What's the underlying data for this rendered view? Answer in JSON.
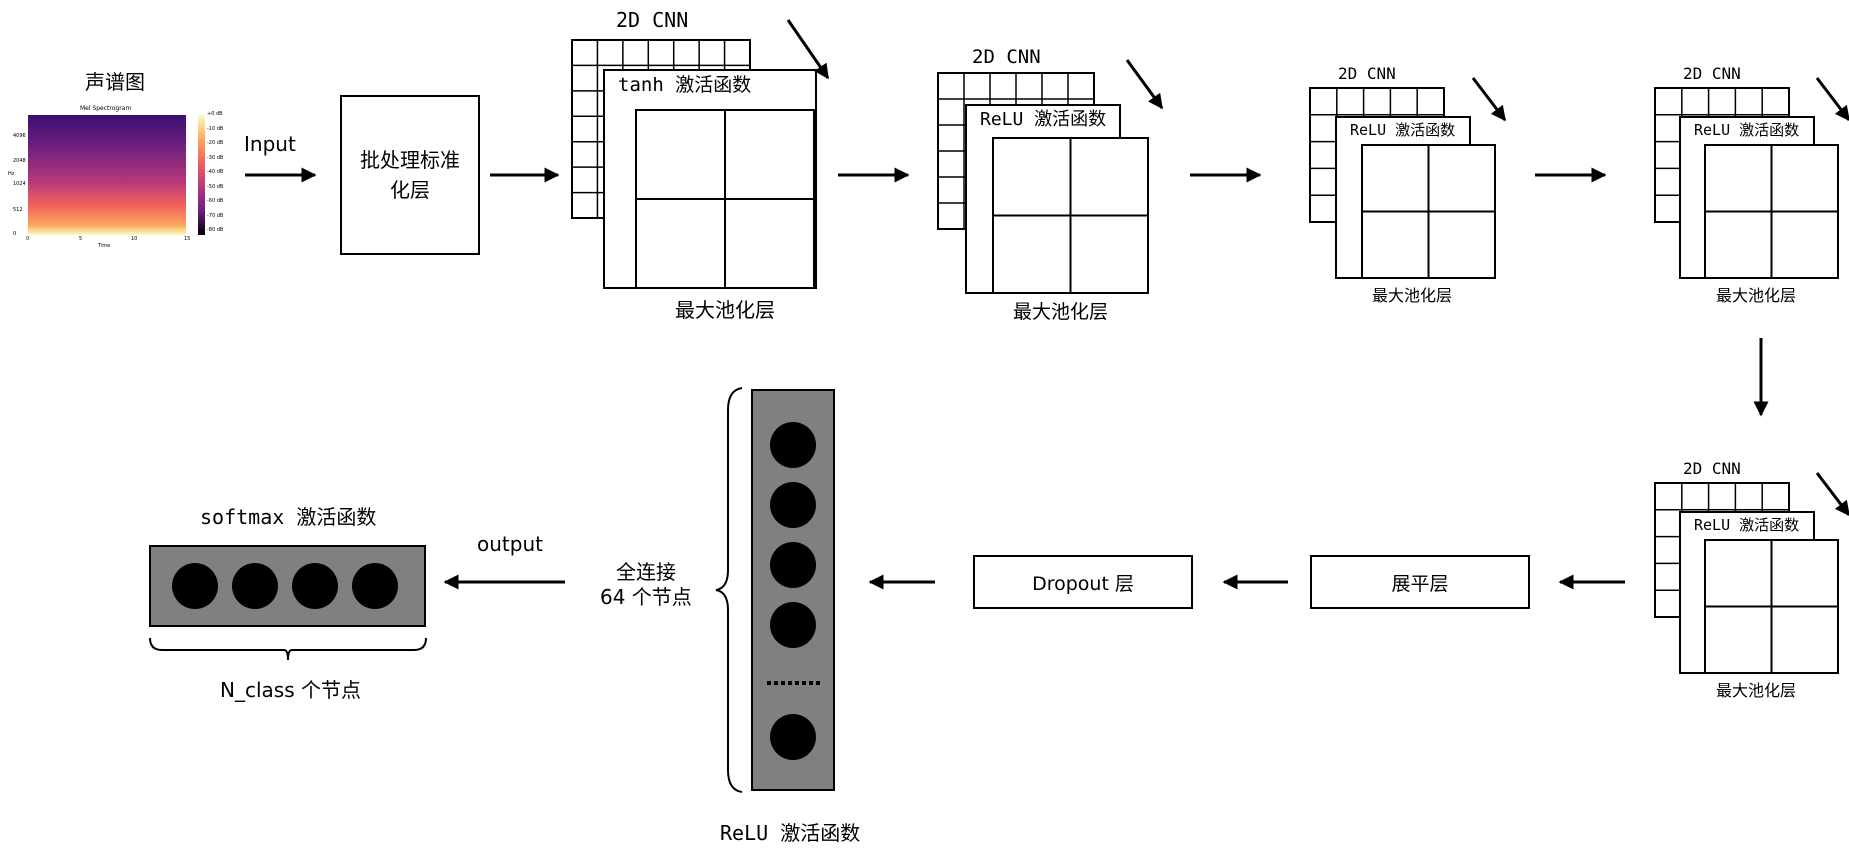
{
  "spectrogram": {
    "label": "声谱图",
    "plot_title": "Mel Spectrogram",
    "y_ticks": [
      "4096",
      "2048",
      "1024",
      "512",
      "0"
    ],
    "x_ticks": [
      "0",
      "5",
      "10",
      "15"
    ],
    "xlabel": "Time",
    "ylabel": "Hz",
    "colorbar_ticks": [
      "+0 dB",
      "-10 dB",
      "-20 dB",
      "-30 dB",
      "-40 dB",
      "-50 dB",
      "-60 dB",
      "-70 dB",
      "-80 dB"
    ]
  },
  "input_label": "Input",
  "batchnorm_label": "批处理标准化层",
  "cnn_blocks": [
    {
      "title": "2D CNN",
      "activation": "tanh 激活函数",
      "pool": "最大池化层"
    },
    {
      "title": "2D CNN",
      "activation": "ReLU 激活函数",
      "pool": "最大池化层"
    },
    {
      "title": "2D CNN",
      "activation": "ReLU 激活函数",
      "pool": "最大池化层"
    },
    {
      "title": "2D CNN",
      "activation": "ReLU 激活函数",
      "pool": "最大池化层"
    },
    {
      "title": "2D CNN",
      "activation": "ReLU 激活函数",
      "pool": "最大池化层"
    }
  ],
  "flatten_label": "展平层",
  "dropout_label": "Dropout 层",
  "dense": {
    "label_line1": "全连接",
    "label_line2": "64 个节点",
    "activation": "ReLU 激活函数"
  },
  "output_label": "output",
  "softmax": {
    "activation": "softmax 激活函数",
    "nodes_label": "N_class 个节点"
  },
  "colors": {
    "layer_fill": "#808080",
    "node": "#000000",
    "stroke": "#000000"
  }
}
